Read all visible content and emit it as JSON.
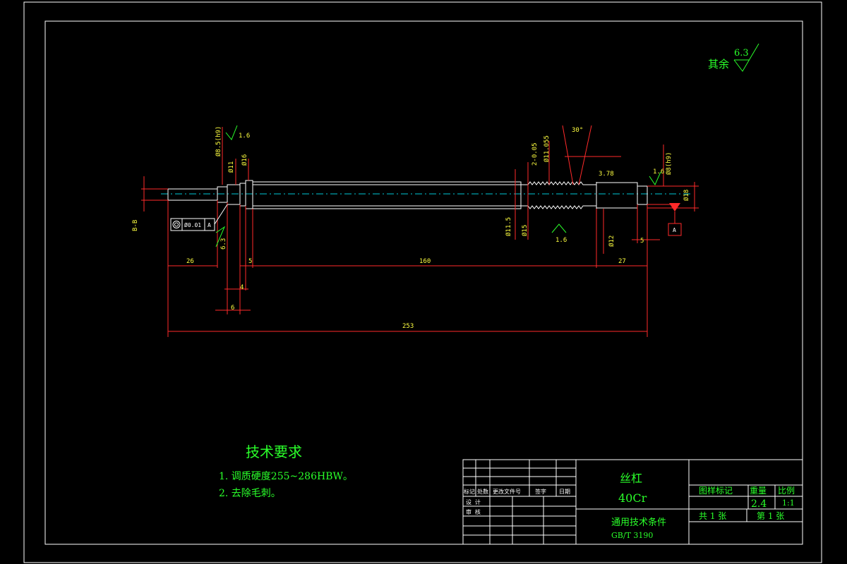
{
  "surface_finish": {
    "other_label": "其余",
    "value": "6.3"
  },
  "dims": {
    "d1": "Ø8.5(h9)",
    "d1b": "Ø11",
    "d2": "Ø16",
    "d3": "Ø11.5",
    "d4": "Ø15",
    "d5": "Ø12",
    "d6": "Ø18",
    "d7": "Ø8(h9)",
    "thread_od": "Ø11.055",
    "thread_a": "2-0.05",
    "angle": "30°",
    "pitch": "3.78",
    "l_26": "26",
    "l_5a": "5",
    "l_160": "160",
    "l_27": "27",
    "l_4": "4",
    "l_6": "6",
    "l_253": "253",
    "l_5b": "5",
    "rough_16a": "1.6",
    "rough_16b": "1.6",
    "rough_16c": "1.6",
    "rough_63": "6.3",
    "gdt_tol": "Ø0.01",
    "gdt_datum": "A",
    "datum_label": "A",
    "section_label": "B-B"
  },
  "tech_req": {
    "title": "技术要求",
    "items": [
      "1. 调质硬度255~286HBW。",
      "2. 去除毛刺。"
    ]
  },
  "title_block": {
    "part_name": "丝杠",
    "material": "40Cr",
    "standard_line1": "通用技术条件",
    "standard_line2": "GB/T 3190",
    "rev_headers": [
      "标记",
      "处数",
      "更改文件号",
      "签字",
      "日期"
    ],
    "design_label": "设 计",
    "review_label": "审 核",
    "h_mark": "图样标记",
    "h_weight": "重量",
    "h_scale": "比例",
    "weight": "2.4",
    "scale": "1:1",
    "sheets_total": "共 1 张",
    "sheet_no": "第 1 张"
  }
}
